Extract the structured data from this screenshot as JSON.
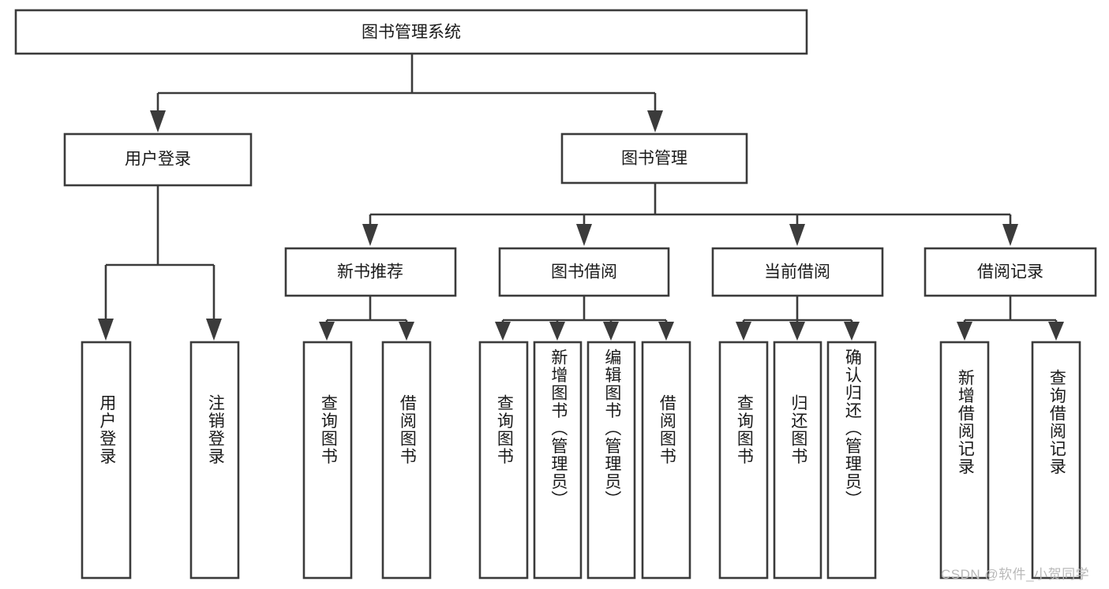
{
  "diagram": {
    "type": "tree",
    "title": "图书管理系统",
    "orientation": "top-down",
    "theme": {
      "background": "#ffffff",
      "box_fill": "#ffffff",
      "box_stroke": "#3b3b3b",
      "text_color": "#1a1a1a",
      "watermark_color": "#b9b9b9"
    },
    "root": {
      "label": "图书管理系统"
    },
    "level1": [
      {
        "label": "用户登录"
      },
      {
        "label": "图书管理"
      }
    ],
    "level2": [
      {
        "label": "新书推荐"
      },
      {
        "label": "图书借阅"
      },
      {
        "label": "当前借阅"
      },
      {
        "label": "借阅记录"
      }
    ],
    "leaves": {
      "user_login": [
        {
          "label": "用户登录"
        },
        {
          "label": "注销登录"
        }
      ],
      "new_book_recommend": [
        {
          "label": "查询图书"
        },
        {
          "label": "借阅图书"
        }
      ],
      "book_borrow": [
        {
          "label": "查询图书"
        },
        {
          "label": "新增图书（管理员）"
        },
        {
          "label": "编辑图书（管理员）"
        },
        {
          "label": "借阅图书"
        }
      ],
      "current_borrow": [
        {
          "label": "查询图书"
        },
        {
          "label": "归还图书"
        },
        {
          "label": "确认归还（管理员）"
        }
      ],
      "borrow_record": [
        {
          "label": "新增借阅记录"
        },
        {
          "label": "查询借阅记录"
        }
      ]
    }
  },
  "watermark": {
    "text": "CSDN @软件_小贺同学"
  }
}
